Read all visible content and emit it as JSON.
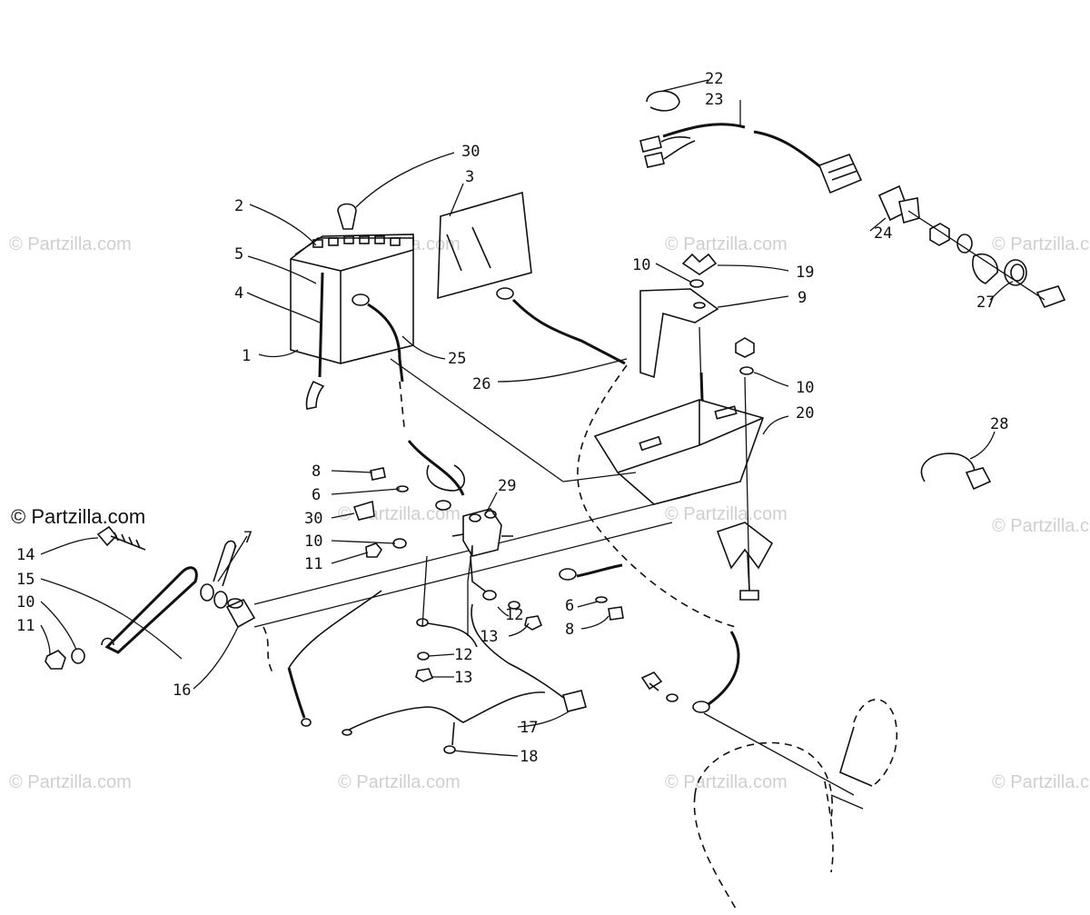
{
  "watermarks": {
    "text": "© Partzilla.com",
    "prominent": "© Partzilla.com"
  },
  "callouts": {
    "n1": "1",
    "n2": "2",
    "n3": "3",
    "n4": "4",
    "n5": "5",
    "n6a": "6",
    "n6b": "6",
    "n7": "7",
    "n8a": "8",
    "n8b": "8",
    "n9": "9",
    "n10a": "10",
    "n10b": "10",
    "n10c": "10",
    "n10d": "10",
    "n11a": "11",
    "n11b": "11",
    "n12a": "12",
    "n12b": "12",
    "n13a": "13",
    "n13b": "13",
    "n14": "14",
    "n15": "15",
    "n16": "16",
    "n17": "17",
    "n18": "18",
    "n19": "19",
    "n20": "20",
    "n22": "22",
    "n23": "23",
    "n24": "24",
    "n25": "25",
    "n26": "26",
    "n27": "27",
    "n28": "28",
    "n29": "29",
    "n30a": "30",
    "n30b": "30"
  },
  "colors": {
    "ink": "#111111",
    "watermark": "#cfcfcf",
    "background": "#ffffff"
  }
}
